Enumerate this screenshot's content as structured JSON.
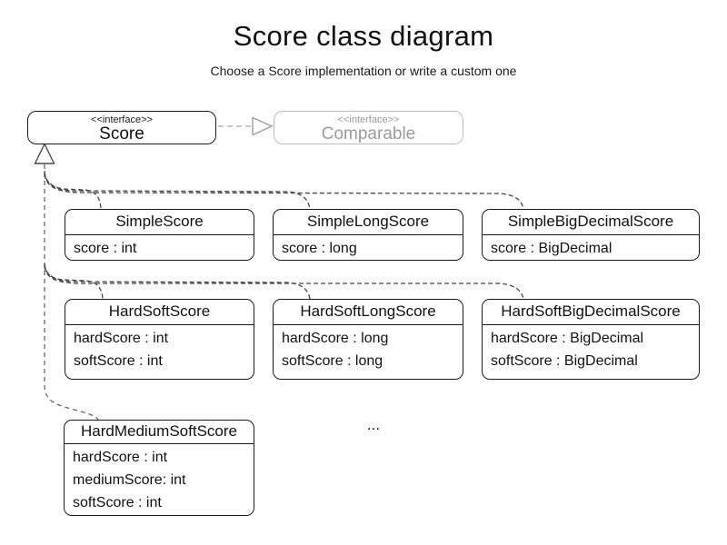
{
  "header": {
    "title": "Score class diagram",
    "subtitle": "Choose a Score implementation or write a custom one"
  },
  "interfaces": {
    "score": {
      "stereotype": "<<interface>>",
      "name": "Score"
    },
    "comparable": {
      "stereotype": "<<interface>>",
      "name": "Comparable"
    }
  },
  "classes": [
    {
      "name": "SimpleScore",
      "attributes": [
        "score : int"
      ]
    },
    {
      "name": "SimpleLongScore",
      "attributes": [
        "score : long"
      ]
    },
    {
      "name": "SimpleBigDecimalScore",
      "attributes": [
        "score : BigDecimal"
      ]
    },
    {
      "name": "HardSoftScore",
      "attributes": [
        "hardScore : int",
        "softScore : int"
      ]
    },
    {
      "name": "HardSoftLongScore",
      "attributes": [
        "hardScore : long",
        "softScore : long"
      ]
    },
    {
      "name": "HardSoftBigDecimalScore",
      "attributes": [
        "hardScore : BigDecimal",
        "softScore : BigDecimal"
      ]
    },
    {
      "name": "HardMediumSoftScore",
      "attributes": [
        "hardScore : int",
        "mediumScore: int",
        "softScore : int"
      ]
    }
  ],
  "ellipsis": "...",
  "colors": {
    "box_border": "#1a1a1a",
    "text": "#111111",
    "muted_border": "#bcbcbc",
    "muted_text": "#9a9a9a",
    "connector": "#444444",
    "trunk": "#666666",
    "muted_connector": "#b5b5b5"
  }
}
